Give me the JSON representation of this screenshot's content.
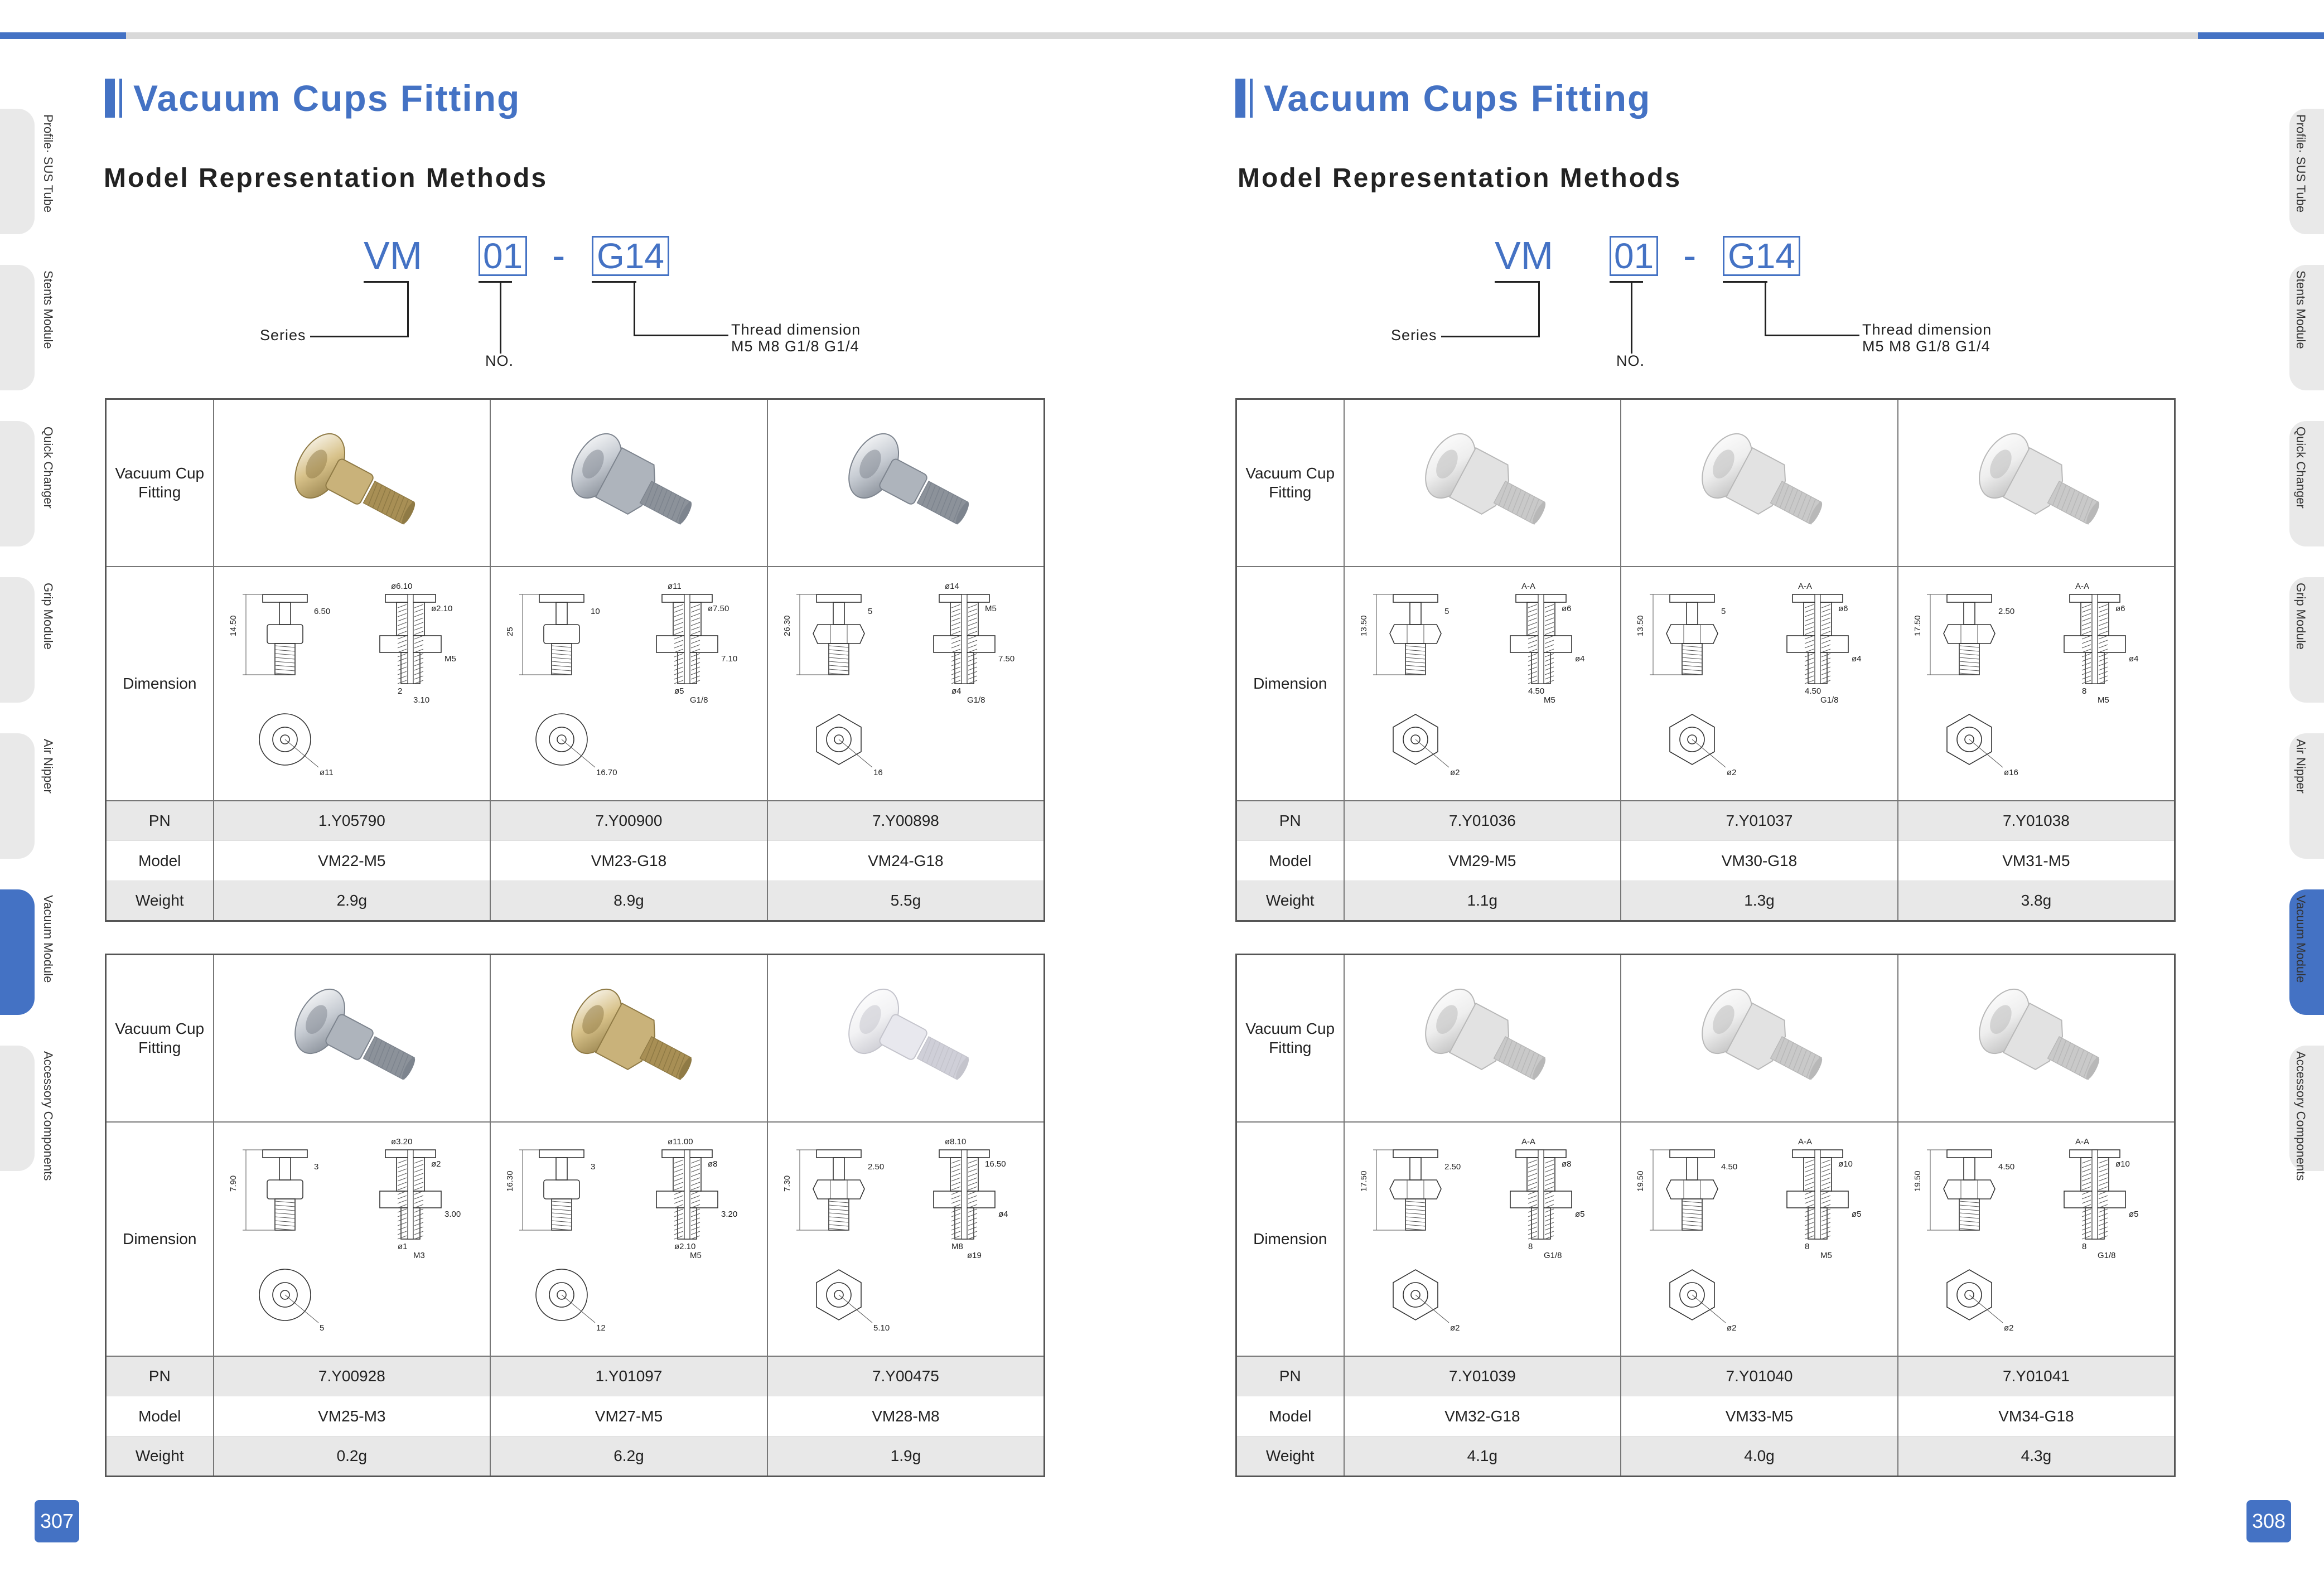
{
  "colors": {
    "accent": "#4472c4",
    "table_shade": "#e8e8e8",
    "tab_bg": "#e9e9e9"
  },
  "pages": [
    {
      "side": "left",
      "page_number": "307",
      "title": "Vacuum Cups Fitting",
      "subtitle": "Model Representation Methods",
      "model_code": {
        "series_code": "VM",
        "no_code": "01",
        "dash": "-",
        "thread_code": "G14",
        "series_label": "Series",
        "no_label": "NO.",
        "thread_label": "Thread  dimension",
        "thread_values": "M5  M8  G1/8 G1/4"
      },
      "tabs": [
        {
          "label": "Profile· SUS  Tube",
          "active": false
        },
        {
          "label": "Stents Module",
          "active": false
        },
        {
          "label": "Quick Changer",
          "active": false
        },
        {
          "label": "Grip Module",
          "active": false
        },
        {
          "label": "Air Nipper",
          "active": false
        },
        {
          "label": "Vacuum Module",
          "active": true
        },
        {
          "label": "Accessory Components",
          "active": false
        }
      ],
      "tables": [
        {
          "row_labels": {
            "photo": "Vacuum Cup Fitting",
            "dimension": "Dimension",
            "pn": "PN",
            "model": "Model",
            "weight": "Weight"
          },
          "items": [
            {
              "pn": "1.Y05790",
              "model": "VM22-M5",
              "weight": "2.9g",
              "finish": "brass",
              "dim_labels": [
                "14.50",
                "6.50",
                "ø6.10",
                "ø2.10",
                "M5",
                "2",
                "3.10",
                "ø11"
              ]
            },
            {
              "pn": "7.Y00900",
              "model": "VM23-G18",
              "weight": "8.9g",
              "finish": "steel",
              "dim_labels": [
                "25",
                "10",
                "ø11",
                "ø7.50",
                "7.10",
                "ø5",
                "G1/8",
                "16.70"
              ]
            },
            {
              "pn": "7.Y00898",
              "model": "VM24-G18",
              "weight": "5.5g",
              "finish": "steel",
              "dim_labels": [
                "26.30",
                "5",
                "ø14",
                "M5",
                "7.50",
                "ø4",
                "G1/8",
                "16"
              ]
            }
          ]
        },
        {
          "row_labels": {
            "photo": "Vacuum Cup Fitting",
            "dimension": "Dimension",
            "pn": "PN",
            "model": "Model",
            "weight": "Weight"
          },
          "items": [
            {
              "pn": "7.Y00928",
              "model": "VM25-M3",
              "weight": "0.2g",
              "finish": "steel",
              "dim_labels": [
                "7.90",
                "3",
                "ø3.20",
                "ø2",
                "3.00",
                "ø1",
                "M3",
                "5"
              ]
            },
            {
              "pn": "1.Y01097",
              "model": "VM27-M5",
              "weight": "6.2g",
              "finish": "brass",
              "dim_labels": [
                "16.30",
                "3",
                "ø11.00",
                "ø8",
                "3.20",
                "ø2.10",
                "M5",
                "12"
              ]
            },
            {
              "pn": "7.Y00475",
              "model": "VM28-M8",
              "weight": "1.9g",
              "finish": "white",
              "dim_labels": [
                "7.30",
                "2.50",
                "ø8.10",
                "16.50",
                "ø4",
                "M8",
                "ø19",
                "5.10"
              ]
            }
          ]
        }
      ]
    },
    {
      "side": "right",
      "page_number": "308",
      "title": "Vacuum Cups Fitting",
      "subtitle": "Model Representation Methods",
      "model_code": {
        "series_code": "VM",
        "no_code": "01",
        "dash": "-",
        "thread_code": "G14",
        "series_label": "Series",
        "no_label": "NO.",
        "thread_label": "Thread  dimension",
        "thread_values": "M5  M8  G1/8 G1/4"
      },
      "tabs": [
        {
          "label": "Profile· SUS  Tube",
          "active": false
        },
        {
          "label": "Stents Module",
          "active": false
        },
        {
          "label": "Quick Changer",
          "active": false
        },
        {
          "label": "Grip Module",
          "active": false
        },
        {
          "label": "Air Nipper",
          "active": false
        },
        {
          "label": "Vacuum Module",
          "active": true
        },
        {
          "label": "Accessory Components",
          "active": false
        }
      ],
      "tables": [
        {
          "row_labels": {
            "photo": "Vacuum Cup Fitting",
            "dimension": "Dimension",
            "pn": "PN",
            "model": "Model",
            "weight": "Weight"
          },
          "items": [
            {
              "pn": "7.Y01036",
              "model": "VM29-M5",
              "weight": "1.1g",
              "finish": "aluminum",
              "dim_labels": [
                "13.50",
                "5",
                "A-A",
                "ø6",
                "ø4",
                "4.50",
                "M5",
                "ø2"
              ]
            },
            {
              "pn": "7.Y01037",
              "model": "VM30-G18",
              "weight": "1.3g",
              "finish": "aluminum",
              "dim_labels": [
                "13.50",
                "5",
                "A-A",
                "ø6",
                "ø4",
                "4.50",
                "G1/8",
                "ø2"
              ]
            },
            {
              "pn": "7.Y01038",
              "model": "VM31-M5",
              "weight": "3.8g",
              "finish": "aluminum",
              "dim_labels": [
                "17.50",
                "2.50",
                "A-A",
                "ø6",
                "ø4",
                "8",
                "M5",
                "ø16"
              ]
            }
          ]
        },
        {
          "row_labels": {
            "photo": "Vacuum Cup Fitting",
            "dimension": "Dimension",
            "pn": "PN",
            "model": "Model",
            "weight": "Weight"
          },
          "items": [
            {
              "pn": "7.Y01039",
              "model": "VM32-G18",
              "weight": "4.1g",
              "finish": "aluminum",
              "dim_labels": [
                "17.50",
                "2.50",
                "A-A",
                "ø8",
                "ø5",
                "8",
                "G1/8",
                "ø2"
              ]
            },
            {
              "pn": "7.Y01040",
              "model": "VM33-M5",
              "weight": "4.0g",
              "finish": "aluminum",
              "dim_labels": [
                "19.50",
                "4.50",
                "A-A",
                "ø10",
                "ø5",
                "8",
                "M5",
                "ø2"
              ]
            },
            {
              "pn": "7.Y01041",
              "model": "VM34-G18",
              "weight": "4.3g",
              "finish": "aluminum",
              "dim_labels": [
                "19.50",
                "4.50",
                "A-A",
                "ø10",
                "ø5",
                "8",
                "G1/8",
                "ø2"
              ]
            }
          ]
        }
      ]
    }
  ]
}
